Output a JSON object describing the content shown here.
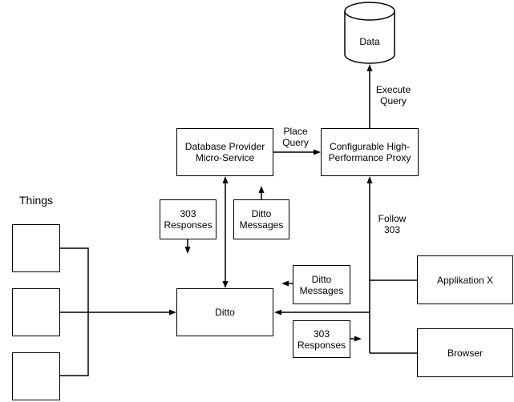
{
  "colors": {
    "background": "#ffffff",
    "stroke": "#000000",
    "text": "#000000",
    "node_fill": "#ffffff"
  },
  "things_group": {
    "label": "Things"
  },
  "nodes": {
    "data": {
      "label": "Data"
    },
    "db_provider": {
      "label": "Database Provider Micro-Service"
    },
    "proxy": {
      "label": "Configurable High-Performance Proxy"
    },
    "responses_left": {
      "label": "303 Responses"
    },
    "ditto_messages_left": {
      "label": "Ditto Messages"
    },
    "ditto": {
      "label": "Ditto"
    },
    "ditto_messages_right": {
      "label": "Ditto Messages"
    },
    "responses_right": {
      "label": "303 Responses"
    },
    "applikation_x": {
      "label": "Applikation X"
    },
    "browser": {
      "label": "Browser"
    }
  },
  "edge_labels": {
    "execute_query": "Execute Query",
    "place_query": "Place Query",
    "follow_303": "Follow 303"
  }
}
